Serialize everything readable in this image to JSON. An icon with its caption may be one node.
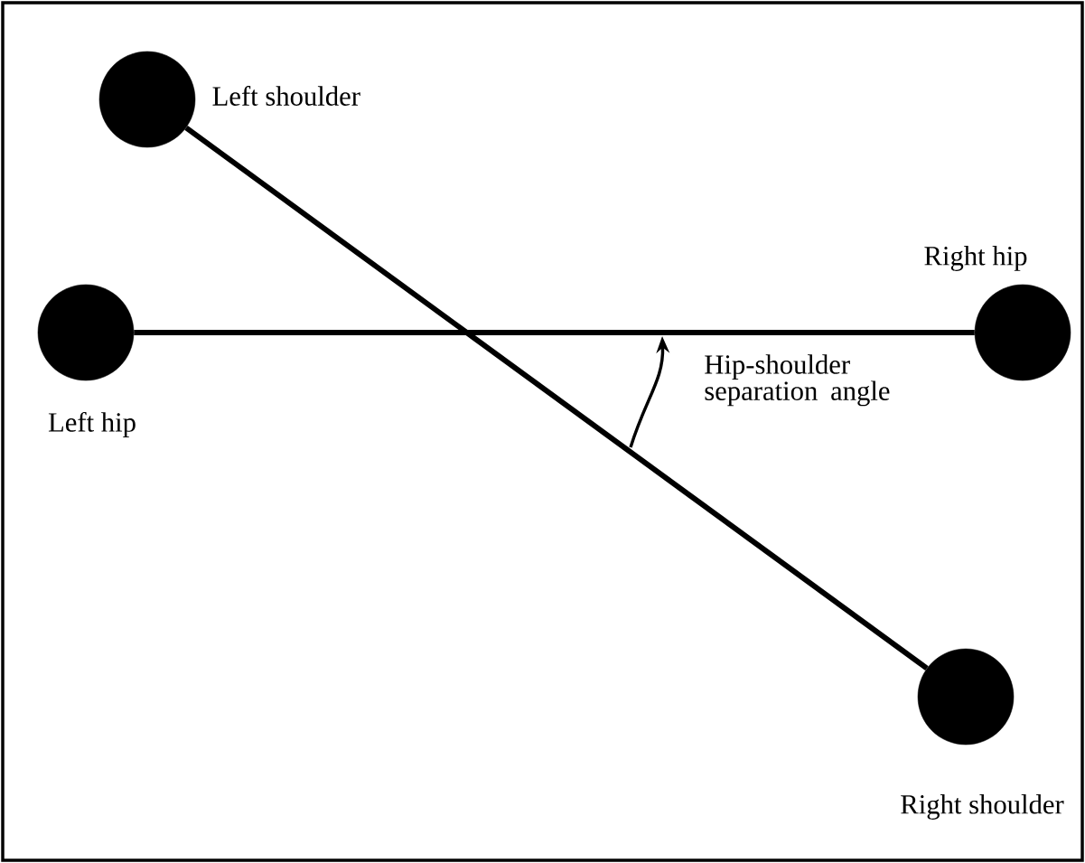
{
  "diagram": {
    "nodes": [
      {
        "text": [],
        "shape": "circle",
        "beside": [
          "Left shoulder"
        ]
      },
      {
        "text": [],
        "shape": "circle",
        "beside": [
          "Left hip"
        ]
      },
      {
        "text": [],
        "shape": "circle",
        "beside": [
          "Right hip"
        ]
      },
      {
        "text": [],
        "shape": "circle",
        "beside": [
          "Right shoulder"
        ]
      }
    ],
    "edges": [
      {
        "from": 0,
        "to": 3,
        "arrow": "none"
      },
      {
        "from": 1,
        "to": 2,
        "arrow": "none"
      }
    ],
    "labels": [
      "Hip-shoulder separation angle"
    ]
  }
}
